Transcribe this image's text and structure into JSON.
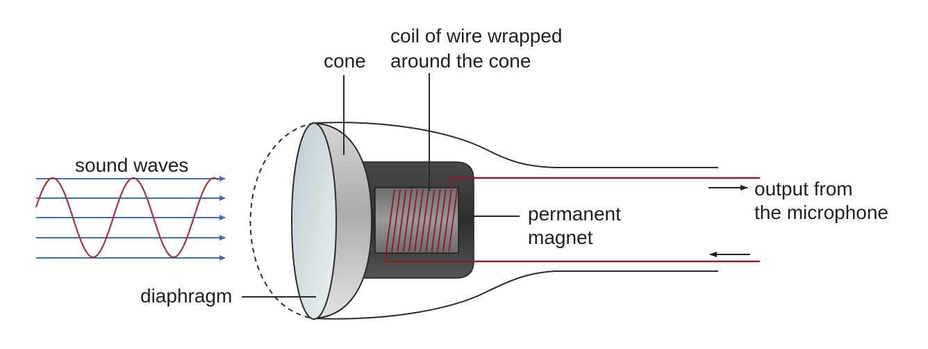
{
  "labels": {
    "sound_waves": "sound waves",
    "cone": "cone",
    "coil_line1": "coil of wire wrapped",
    "coil_line2": "around the cone",
    "permanent_line1": "permanent",
    "permanent_line2": "magnet",
    "output_line1": "output from",
    "output_line2": "the microphone",
    "diaphragm": "diaphragm"
  },
  "colors": {
    "wave_arrows": "#3f6db0",
    "sine_wave": "#a8323e",
    "coil_wire": "#8a1f2b",
    "outline": "#2a2a2a",
    "diaphragm_face": "#cdd8dc",
    "cone_grey": "#b9b9b9",
    "magnet_dark": "#3a3a3a"
  }
}
